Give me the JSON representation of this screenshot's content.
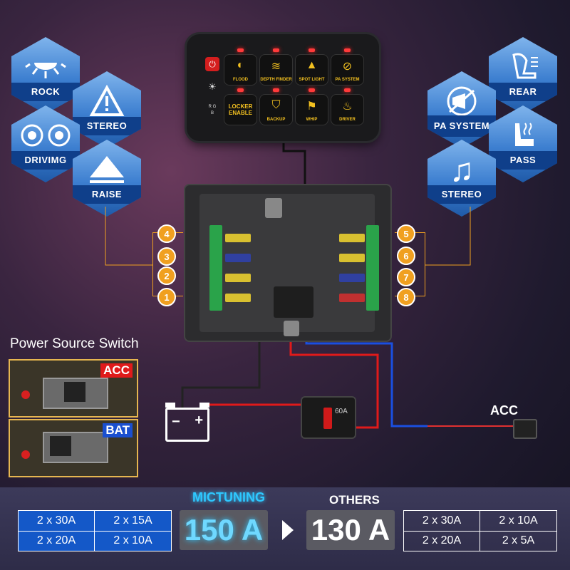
{
  "left_functions": [
    {
      "label": "ROCK",
      "icon": "rock-light-icon"
    },
    {
      "label": "STEREO",
      "icon": "warning-triangle-icon"
    },
    {
      "label": "DRIVIMG",
      "icon": "driving-lights-icon"
    },
    {
      "label": "RAISE",
      "icon": "raise-triangle-icon"
    }
  ],
  "right_functions": [
    {
      "label": "REAR",
      "icon": "rear-seat-icon"
    },
    {
      "label": "PA SYSTEM",
      "icon": "pa-system-icon"
    },
    {
      "label": "PASS",
      "icon": "heated-seat-icon"
    },
    {
      "label": "STEREO",
      "icon": "music-note-icon"
    }
  ],
  "panel": {
    "side_buttons": {
      "dimmer": "☀",
      "rgb": "R G B"
    },
    "buttons": [
      {
        "label": "FLOOD",
        "icon": "flood-light-icon"
      },
      {
        "label": "DEPTH FINDER",
        "icon": "depth-finder-icon"
      },
      {
        "label": "SPOT LIGHT",
        "icon": "spot-light-icon"
      },
      {
        "label": "PA SYSTEM",
        "icon": "pa-system-icon"
      },
      {
        "label": "LOCKER ENABLE",
        "icon": "locker-icon"
      },
      {
        "label": "BACKUP",
        "icon": "backup-light-icon"
      },
      {
        "label": "WHIP",
        "icon": "whip-flag-icon"
      },
      {
        "label": "DRIVER",
        "icon": "driver-seat-icon"
      }
    ]
  },
  "channels_left": [
    "4",
    "3",
    "2",
    "1"
  ],
  "channels_right": [
    "5",
    "6",
    "7",
    "8"
  ],
  "power_switch": {
    "title": "Power Source Switch",
    "acc_label": "ACC",
    "bat_label": "BAT"
  },
  "acc_label": "ACC",
  "breaker_rating": "60A",
  "comparison": {
    "mictuning": {
      "label": "MICTUNING",
      "total": "150 A",
      "fuses": [
        "2 x 30A",
        "2 x 15A",
        "2 x 20A",
        "2 x 10A"
      ]
    },
    "others": {
      "label": "OTHERS",
      "total": "130 A",
      "fuses": [
        "2 x 30A",
        "2 x 10A",
        "2 x 20A",
        "2 x 5A"
      ]
    }
  },
  "colors": {
    "hex_blue": "#3d7fd0",
    "accent_orange": "#f0a020",
    "switch_yellow": "#f2c020",
    "fuse_green": "#2aa34a"
  }
}
